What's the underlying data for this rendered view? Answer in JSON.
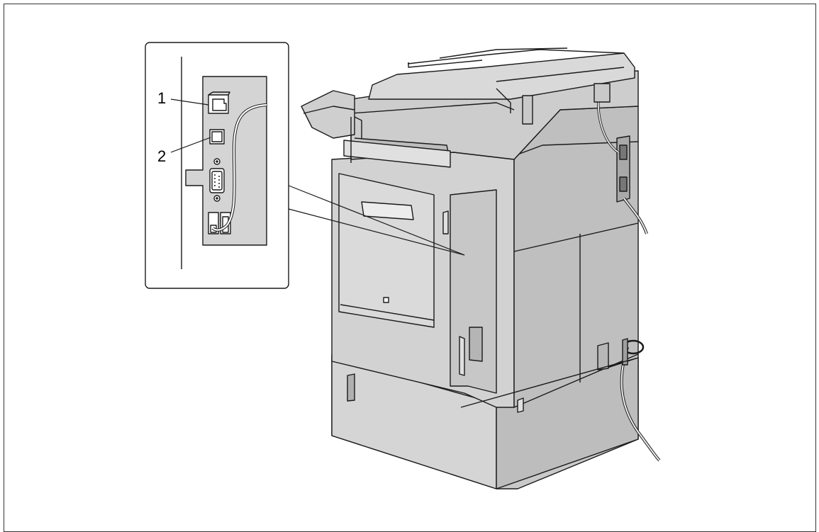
{
  "callouts": [
    {
      "label": "1",
      "target": "ethernet-port"
    },
    {
      "label": "2",
      "target": "usb-port"
    }
  ],
  "colors": {
    "machine_body": "#cfcfcf",
    "machine_dark": "#a9a9a9",
    "machine_light": "#e2e2e2",
    "panel_bg": "#d4d4d4",
    "outline": "#1a1a1a"
  }
}
